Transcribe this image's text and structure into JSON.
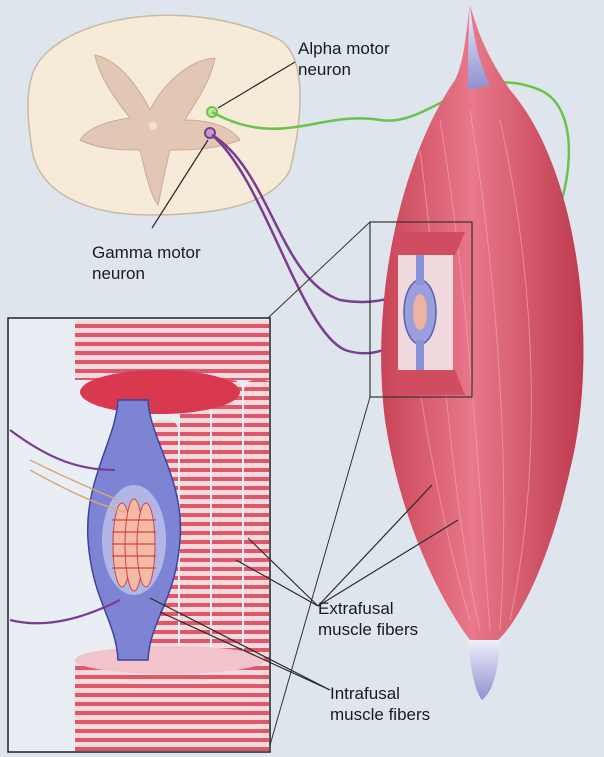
{
  "labels": {
    "alpha_motor_neuron": [
      "Alpha motor",
      "neuron"
    ],
    "gamma_motor_neuron": [
      "Gamma motor",
      "neuron"
    ],
    "extrafusal_muscle_fibers": [
      "Extrafusal",
      "muscle fibers"
    ],
    "intrafusal_muscle_fibers": [
      "Intrafusal",
      "muscle fibers"
    ]
  },
  "colors": {
    "alpha_neuron_green": "#6cc24a",
    "gamma_neuron_purple": "#7a3d8f",
    "muscle_red": "#c9485b",
    "spindle_blue": "#6e74c8",
    "spinal_cord_cream": "#f6ead8"
  }
}
